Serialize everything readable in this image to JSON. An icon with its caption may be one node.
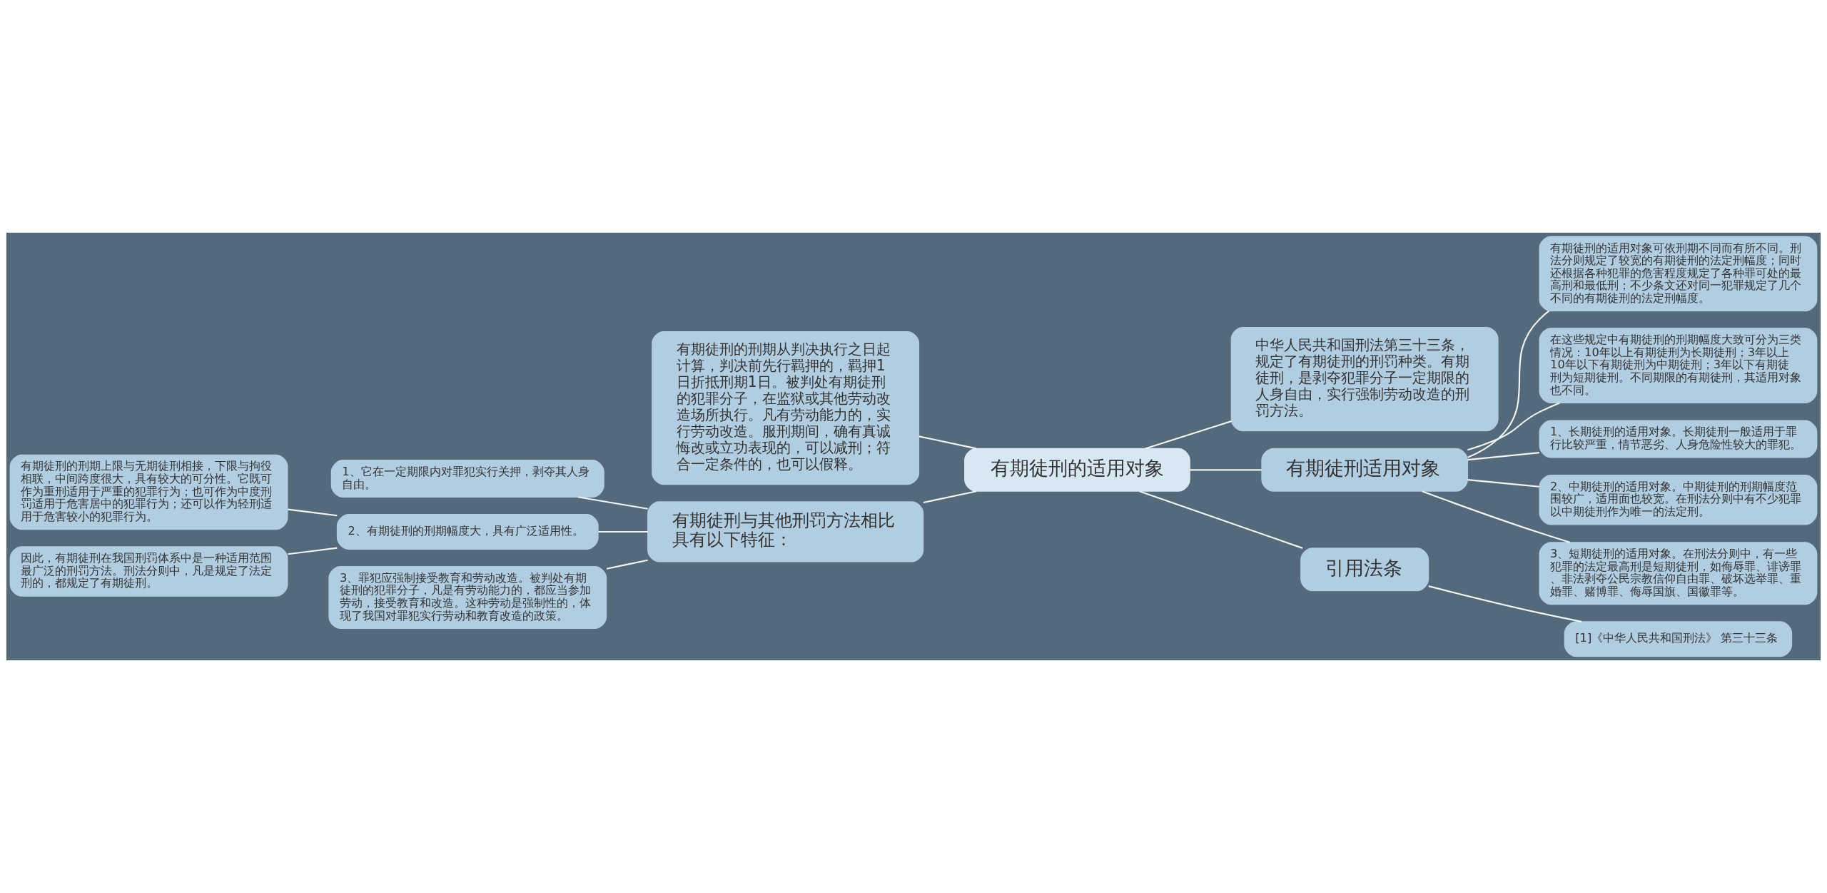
{
  "diagram": {
    "nodes": [
      {
        "text": [
          "有期徒刑的适用对象"
        ]
      },
      {
        "text": [
          "中华人民共和国刑法第三十三条，规定了有期徒刑的刑罚种类。有期徒刑，是剥夺犯罪分子一定期限的人身自由，实行强制劳动改造的刑罚方法。"
        ]
      },
      {
        "text": [
          "有期徒刑的刑期从判决执行之日起计算，判决前先行羁押的，羁押1日折抵刑期1日。被判处有期徒刑的犯罪分子，在监狱或其他劳动改造场所执行。凡有劳动能力的，实行劳动改造。服刑期间，确有真诚悔改或立功表现的，可以减刑；符合一定条件的，也可以假释。"
        ]
      },
      {
        "text": [
          "有期徒刑与其他刑罚方法相比具有以下特征："
        ]
      },
      {
        "text": [
          "1、它在一定期限内对罪犯实行关押，剥夺其人身自由。"
        ]
      },
      {
        "text": [
          "2、有期徒刑的刑期幅度大，具有广泛适用性。"
        ]
      },
      {
        "text": [
          "有期徒刑的刑期上限与无期徒刑相接，下限与拘役相联，中间跨度很大，具有较大的可分性。它既可作为重刑适用于严重的犯罪行为；也可作为中度刑罚适用于危害居中的犯罪行为；还可以作为轻刑适用于危害较小的犯罪行为。"
        ]
      },
      {
        "text": [
          "因此，有期徒刑在我国刑罚体系中是一种适用范围最广泛的刑罚方法。刑法分则中，凡是规定了法定刑的，都规定了有期徒刑。"
        ]
      },
      {
        "text": [
          "3、罪犯应强制接受教育和劳动改造。被判处有期徒刑的犯罪分子，凡是有劳动能力的，都应当参加劳动，接受教育和改造。这种劳动是强制性的，体现了我国对罪犯实行劳动和教育改造的政策。"
        ]
      },
      {
        "text": [
          "有期徒刑适用对象"
        ]
      },
      {
        "text": [
          "有期徒刑的适用对象可依刑期不同而有所不同。刑法分则规定了较宽的有期徒刑的法定刑幅度；同时还根据各种犯罪的危害程度规定了各种罪可处的最高刑和最低刑；不少条文还对同一犯罪规定了几个不同的有期徒刑的法定刑幅度。"
        ]
      },
      {
        "text": [
          "在这些规定中有期徒刑的刑期幅度大致可分为三类情况：10年以上有期徒刑为长期徒刑；3年以上10年以下有期徒刑为中期徒刑；3年以下有期徒刑为短期徒刑。不同期限的有期徒刑，其适用对象也不同。"
        ]
      },
      {
        "text": [
          "1、长期徒刑的适用对象。长期徒刑一般适用于罪行比较严重，情节恶劣、人身危险性较大的罪犯。"
        ]
      },
      {
        "text": [
          "2、中期徒刑的适用对象。中期徒刑的刑期幅度范围较广，适用面也较宽。在刑法分则中有不少犯罪以中期徒刑作为唯一的法定刑。"
        ]
      },
      {
        "text": [
          "3、短期徒刑的适用对象。在刑法分则中，有一些犯罪的法定最高刑是短期徒刑，如侮辱罪、诽谤罪、非法剥夺公民宗教信仰自由罪、破坏选举罪、重婚罪、赌博罪、侮辱国旗、国徽罪等。"
        ]
      },
      {
        "text": [
          "引用法条"
        ]
      },
      {
        "text": [
          "[1]《中华人民共和国刑法》 第三十三条"
        ]
      }
    ],
    "edges": [
      {
        "from": 0,
        "to": 1,
        "arrow": "none"
      },
      {
        "from": 0,
        "to": 2,
        "arrow": "none"
      },
      {
        "from": 0,
        "to": 3,
        "arrow": "none"
      },
      {
        "from": 3,
        "to": 4,
        "arrow": "none"
      },
      {
        "from": 3,
        "to": 5,
        "arrow": "none"
      },
      {
        "from": 5,
        "to": 6,
        "arrow": "none"
      },
      {
        "from": 5,
        "to": 7,
        "arrow": "none"
      },
      {
        "from": 3,
        "to": 8,
        "arrow": "none"
      },
      {
        "from": 0,
        "to": 9,
        "arrow": "none"
      },
      {
        "from": 9,
        "to": 10,
        "arrow": "none"
      },
      {
        "from": 9,
        "to": 11,
        "arrow": "none"
      },
      {
        "from": 9,
        "to": 12,
        "arrow": "none"
      },
      {
        "from": 9,
        "to": 13,
        "arrow": "none"
      },
      {
        "from": 9,
        "to": 14,
        "arrow": "none"
      },
      {
        "from": 0,
        "to": 15,
        "arrow": "none"
      },
      {
        "from": 15,
        "to": 16,
        "arrow": "none"
      }
    ]
  }
}
